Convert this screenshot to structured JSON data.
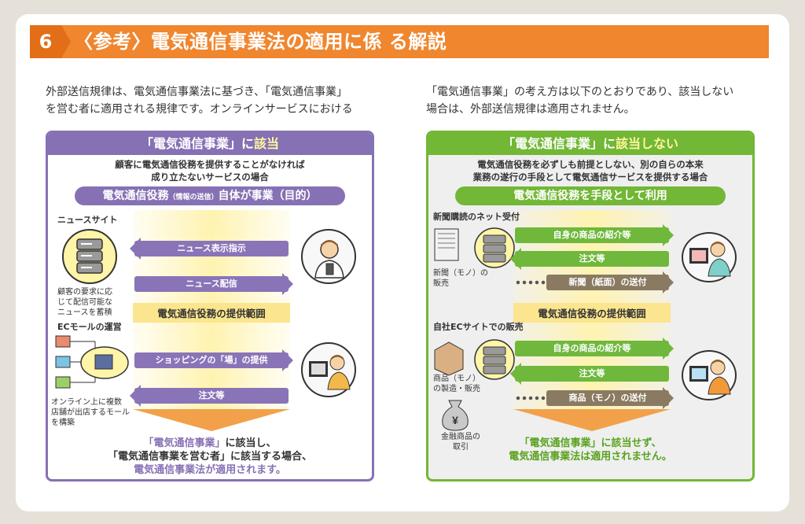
{
  "header": {
    "number": "6",
    "title": "〈参考〉電気通信事業法の適用に係 る解説"
  },
  "intro_left": [
    "外部送信規律は、電気通信事業法に基づき、「電気通信事業」",
    "を営む者に適用される規律です。オンラインサービスにおける"
  ],
  "intro_right": [
    "「電気通信事業」の考え方は以下のとおりであり、該当しない",
    "場合は、外部送信規律は適用されません。"
  ],
  "purple": {
    "head_pre": "「電気通信事業」に",
    "head_hl": "該当",
    "sub": [
      "顧客に電気通信役務を提供することがなければ",
      "成り立たないサービスの場合"
    ],
    "pill_a": "電気通信役務",
    "pill_small": "（情報の送信）",
    "pill_b": "自体が事業（目的）",
    "news_title": "ニュースサイト",
    "news_desc": [
      "顧客の要求に応",
      "じて配信可能な",
      "ニュースを蓄積"
    ],
    "arrow1": "ニュース表示指示",
    "arrow2": "ニュース配信",
    "beam_label": "電気通信役務の提供範囲",
    "ec_title": "ECモールの運営",
    "ec_desc": [
      "オンライン上に複数",
      "店舗が出店するモール",
      "を構築"
    ],
    "arrow3": "ショッピングの「場」の提供",
    "arrow4": "注文等",
    "bottom_1a": "「電気通信事業」",
    "bottom_1b": "に該当し、",
    "bottom_2": "「電気通信事業を営む者」に該当する場合、",
    "bottom_3": "電気通信事業法が適用されます。"
  },
  "green": {
    "head_pre": "「電気通信事業」に",
    "head_hl": "該当しない",
    "sub": [
      "電気通信役務を必ずしも前提としない、別の自らの本来",
      "業務の遂行の手段として電気通信サービスを提供する場合"
    ],
    "pill": "電気通信役務を手段として利用",
    "news_title": "新聞購読のネット受付",
    "paper_label": [
      "新聞（モノ）の",
      "販売"
    ],
    "arrow1": "自身の商品の紹介等",
    "arrow2": "注文等",
    "arrow3": "新聞（紙面）の送付",
    "beam_label": "電気通信役務の提供範囲",
    "ec_title": "自社ECサイトでの販売",
    "box_label": [
      "商品（モノ）",
      "の製造・販売"
    ],
    "money_label": [
      "金融商品の",
      "取引"
    ],
    "arrow4": "自身の商品の紹介等",
    "arrow5": "注文等",
    "arrow6": "商品（モノ）の送付",
    "bottom_1": "「電気通信事業」に該当せず、",
    "bottom_2": "電気通信事業法は適用されません。"
  },
  "colors": {
    "orange": "#f0862e",
    "purple": "#8671b4",
    "green": "#72b735"
  }
}
